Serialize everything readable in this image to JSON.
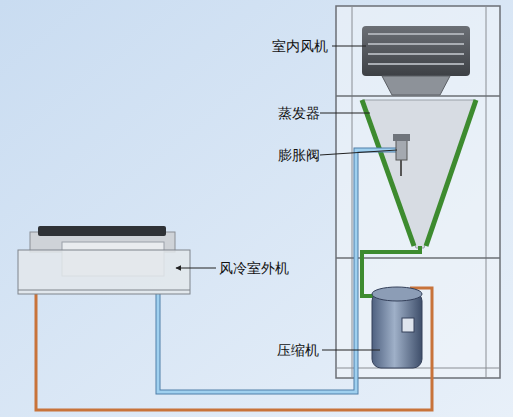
{
  "diagram": {
    "labels": [
      "室内风机",
      "蒸发器",
      "膨胀阀",
      "风冷室外机",
      "压缩机"
    ]
  }
}
